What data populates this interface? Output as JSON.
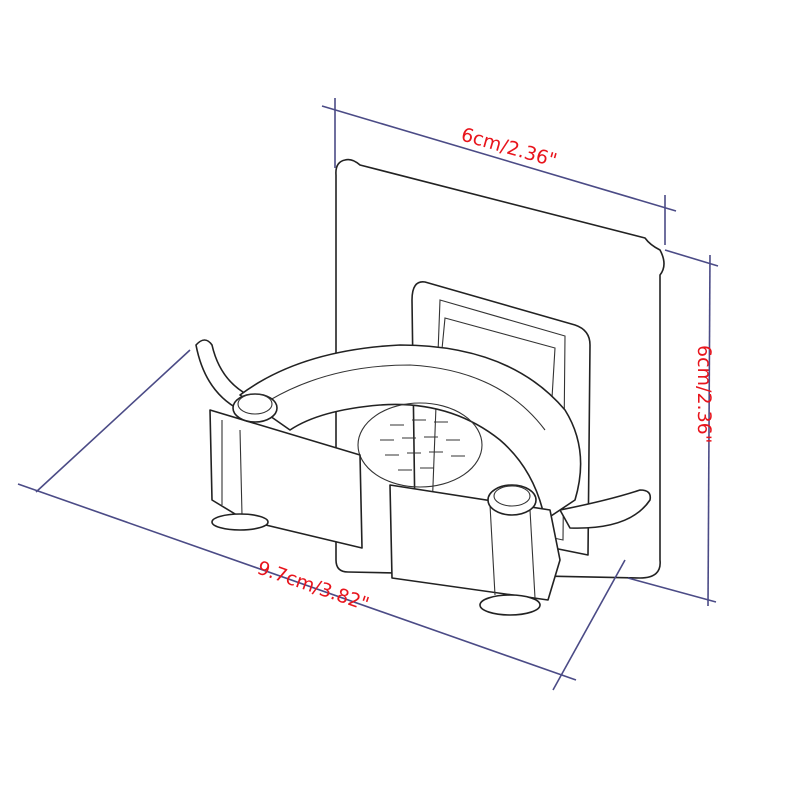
{
  "title": "Wall-mounted holder dimensions",
  "dimensions": {
    "top_width": "6cm/2.36\"",
    "height": "6cm/2.36\"",
    "depth_width": "9.7cm/3.82\""
  },
  "colors": {
    "dimension_line": "#4b4b86",
    "label": "#e8141c",
    "outline": "#222222"
  }
}
